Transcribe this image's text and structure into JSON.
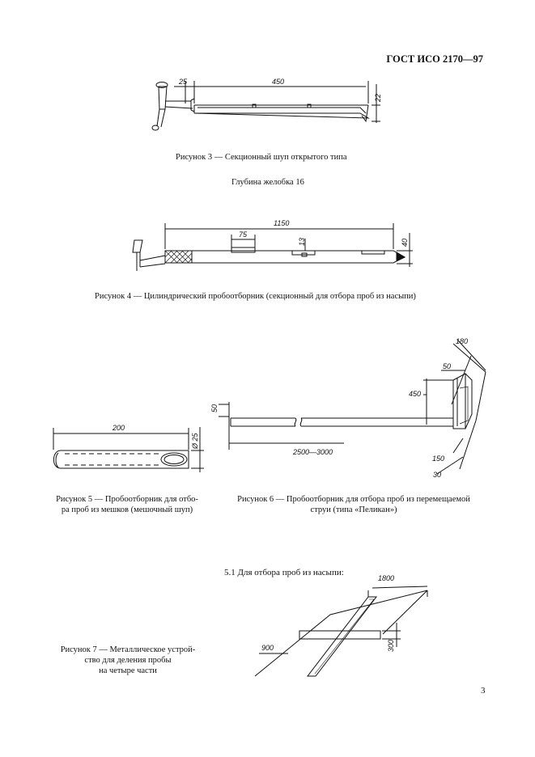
{
  "header": {
    "standard": "ГОСТ ИСО 2170—97"
  },
  "page_number": "3",
  "fig3": {
    "caption": "Рисунок 3 — Секционный шуп открытого типа",
    "dims": {
      "d25": "25",
      "d450": "450",
      "d22": "22"
    }
  },
  "fig4": {
    "note": "Глубина желобка 16",
    "caption": "Рисунок 4 — Цилиндрический пробоотборник (секционный для отбора проб из насыпи)",
    "dims": {
      "d1150": "1150",
      "d75": "75",
      "d13": "13",
      "d40": "40"
    }
  },
  "fig5": {
    "caption_line1": "Рисунок 5 — Пробоотборник для отбо-",
    "caption_line2": "ра проб из мешков (мешочный шуп)",
    "dims": {
      "d200": "200",
      "d25dia": "Ø 25"
    }
  },
  "fig6": {
    "caption_line1": "Рисунок 6 — Пробоотборник для отбора проб из перемещаемой",
    "caption_line2": "струи (типа «Пеликан»)",
    "dims": {
      "d180": "180",
      "d50top": "50",
      "d450": "450",
      "d50left": "50",
      "d2500": "2500—3000",
      "d150": "150",
      "d30": "30"
    }
  },
  "section": {
    "heading": "5.1  Для отбора проб из насыпи:"
  },
  "fig7": {
    "caption_line1": "Рисунок 7 — Металлическое устрой-",
    "caption_line2": "ство для деления пробы",
    "caption_line3": "на четыре части",
    "dims": {
      "d1800": "1800",
      "d900": "900",
      "d300": "300"
    }
  }
}
